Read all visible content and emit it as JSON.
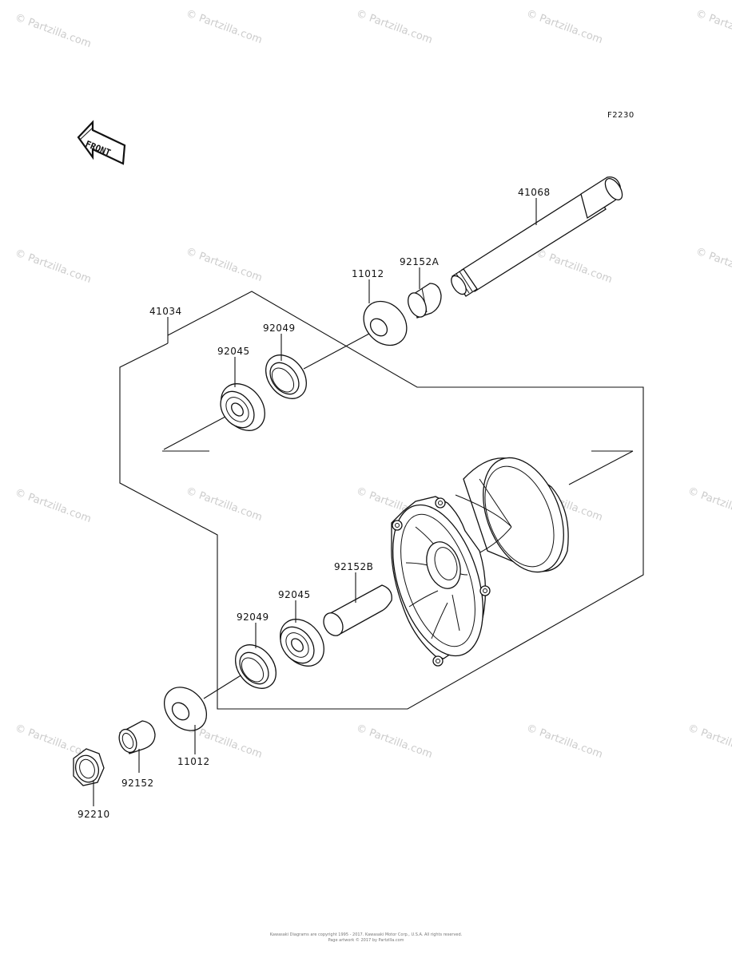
{
  "figure_code": "F2230",
  "front_label": "FRONT",
  "watermark": "© Partzilla.com",
  "copyright_line1": "Kawasaki Diagrams are copyright 1995 - 2017. Kawasaki Motor Corp., U.S.A. All rights reserved.",
  "copyright_line2": "Page artwork © 2017 by Partzilla.com",
  "parts": {
    "axle": "41068",
    "collar_right": "92152A",
    "cap_right": "11012",
    "hub_assembly": "41034",
    "seal_right": "92049",
    "bearing_right": "92045",
    "spacer_center": "92152B",
    "bearing_left": "92045",
    "seal_left": "92049",
    "cap_left": "11012",
    "collar_left": "92152",
    "nut": "92210"
  }
}
